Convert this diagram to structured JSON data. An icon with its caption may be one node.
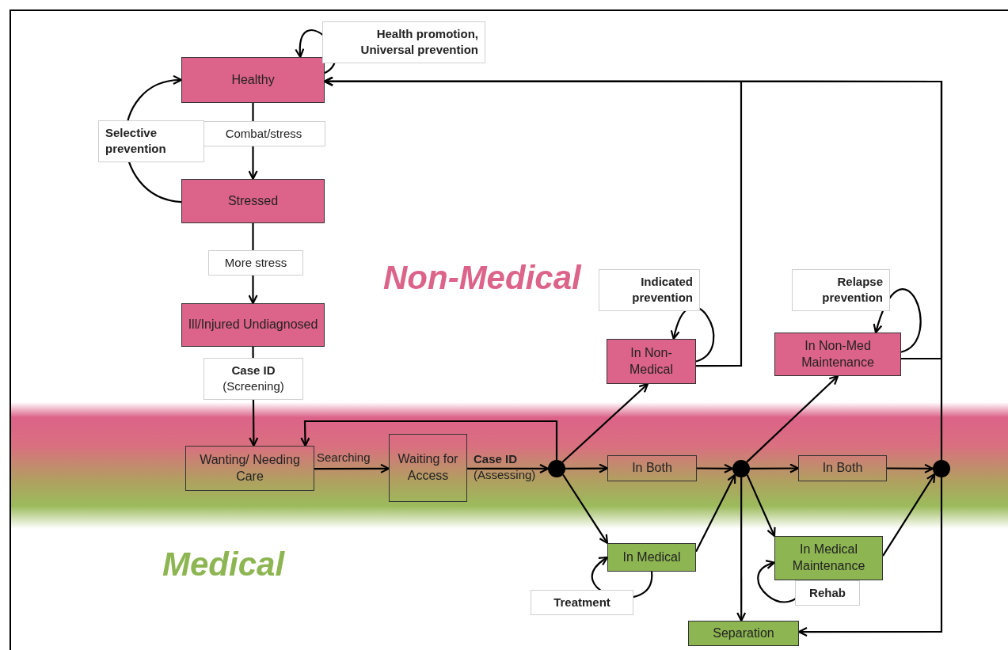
{
  "diagram": {
    "nodes": [
      {
        "text": [
          "Healthy"
        ]
      },
      {
        "text": [
          "Stressed"
        ]
      },
      {
        "text": [
          "Ill/Injured Undiagnosed"
        ]
      },
      {
        "text": [
          "Wanting/ Needing Care"
        ]
      },
      {
        "text": [
          "Waiting for Access"
        ]
      },
      {
        "text": [],
        "shape": "circle"
      },
      {
        "text": [
          "In Non-Medical"
        ]
      },
      {
        "text": [
          "In Both"
        ]
      },
      {
        "text": [
          "In Medical"
        ]
      },
      {
        "text": [],
        "shape": "circle"
      },
      {
        "text": [
          "In Non-Med Maintenance"
        ]
      },
      {
        "text": [
          "In Both"
        ]
      },
      {
        "text": [
          "In Medical Maintenance"
        ]
      },
      {
        "text": [],
        "shape": "circle"
      },
      {
        "text": [
          "Separation"
        ]
      }
    ],
    "edges": [
      {
        "from": 0,
        "to": 0,
        "arrow": "to",
        "label": "Health promotion, Universal prevention"
      },
      {
        "from": 0,
        "to": 1,
        "arrow": "to",
        "label": "Combat/stress"
      },
      {
        "from": 1,
        "to": 0,
        "arrow": "to",
        "label": "Selective prevention"
      },
      {
        "from": 1,
        "to": 2,
        "arrow": "to",
        "label": "More stress"
      },
      {
        "from": 2,
        "to": 3,
        "arrow": "to",
        "label": "**Case ID** (Screening)"
      },
      {
        "from": 3,
        "to": 4,
        "arrow": "to",
        "label": "Searching"
      },
      {
        "from": 4,
        "to": 5,
        "arrow": "to",
        "label": "**Case ID** (Assessing)"
      },
      {
        "from": 5,
        "to": 3,
        "arrow": "to"
      },
      {
        "from": 5,
        "to": 6,
        "arrow": "to"
      },
      {
        "from": 5,
        "to": 7,
        "arrow": "to"
      },
      {
        "from": 5,
        "to": 8,
        "arrow": "to"
      },
      {
        "from": 6,
        "to": 6,
        "arrow": "to",
        "label": "Indicated prevention"
      },
      {
        "from": 6,
        "to": 0,
        "arrow": "to"
      },
      {
        "from": 7,
        "to": 9,
        "arrow": "to"
      },
      {
        "from": 8,
        "to": 9,
        "arrow": "to"
      },
      {
        "from": 8,
        "to": 8,
        "arrow": "to",
        "label": "Treatment"
      },
      {
        "from": 9,
        "to": 10,
        "arrow": "to"
      },
      {
        "from": 9,
        "to": 11,
        "arrow": "to"
      },
      {
        "from": 9,
        "to": 12,
        "arrow": "to"
      },
      {
        "from": 9,
        "to": 14,
        "arrow": "to"
      },
      {
        "from": 10,
        "to": 10,
        "arrow": "to",
        "label": "Relapse prevention"
      },
      {
        "from": 10,
        "to": 0,
        "arrow": "to"
      },
      {
        "from": 11,
        "to": 13,
        "arrow": "to"
      },
      {
        "from": 12,
        "to": 13,
        "arrow": "to"
      },
      {
        "from": 12,
        "to": 12,
        "arrow": "to",
        "label": "Rehab"
      },
      {
        "from": 13,
        "to": 0,
        "arrow": "to"
      },
      {
        "from": 13,
        "to": 14,
        "arrow": "to"
      }
    ],
    "labels": [
      "Non-Medical",
      "Medical"
    ]
  }
}
